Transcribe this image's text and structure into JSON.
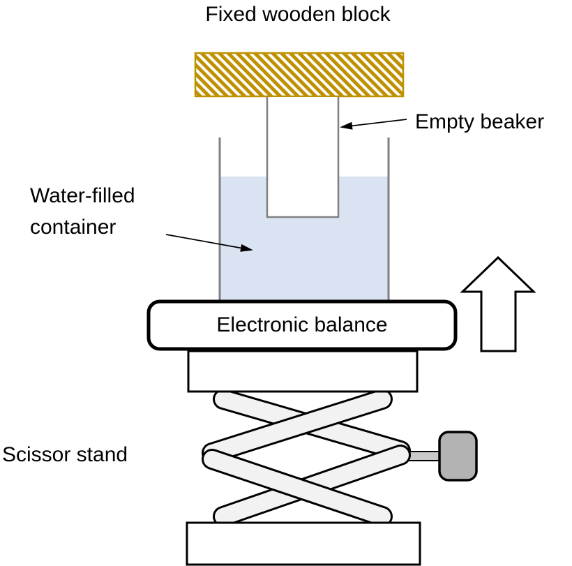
{
  "labels": {
    "wooden_block": "Fixed wooden block",
    "empty_beaker": "Empty beaker",
    "water_container": "Water-filled container",
    "balance": "Electronic balance",
    "scissor_stand": "Scissor stand"
  },
  "colors": {
    "hatch_gold": "#BF9000",
    "water_blue": "#DAE3F1",
    "outline_gray": "#808080",
    "arm_fill": "#F2F2F2",
    "knob_gray": "#B3B3B3",
    "rod_gray": "#C9C9C9"
  }
}
